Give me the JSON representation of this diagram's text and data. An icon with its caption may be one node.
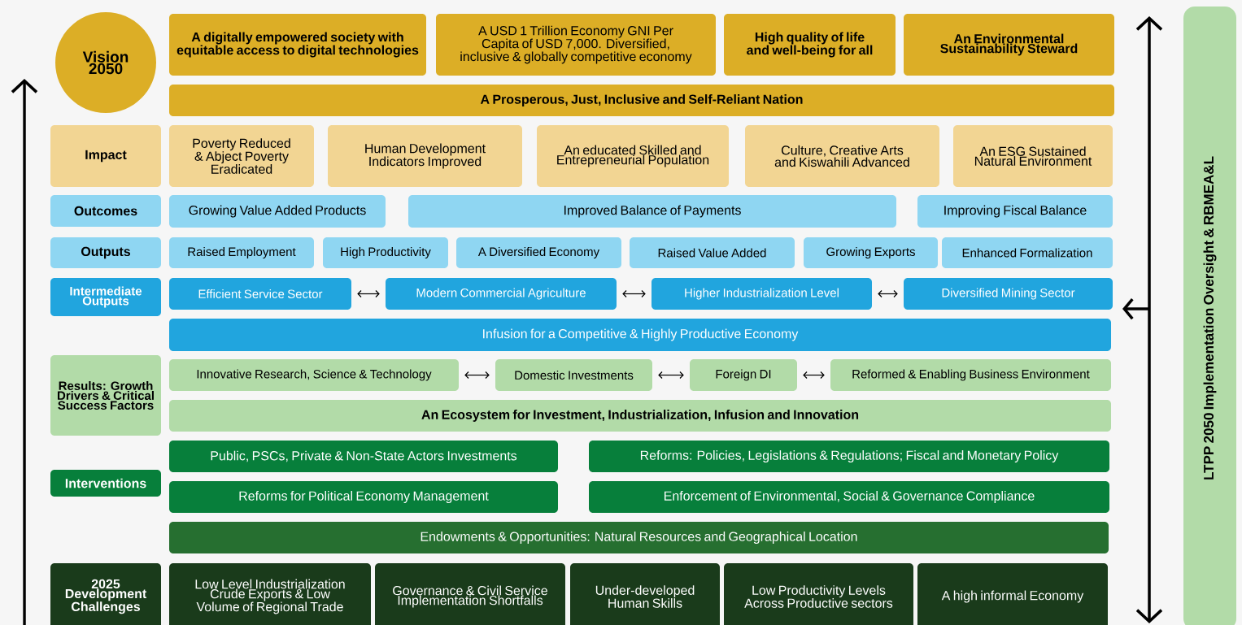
{
  "diagram": {
    "nodes": [
      {
        "text": [
          "Vision 2050"
        ]
      },
      {
        "text": [
          "A digitally empowered society with equitable access to digital technologies"
        ]
      },
      {
        "text": [
          "A USD 1 Trillion Economy GNI Per Capita of USD 7,000. Diversified, inclusive & globally competitive economy"
        ]
      },
      {
        "text": [
          "High quality of life and well-being for all"
        ]
      },
      {
        "text": [
          "An Environmental Sustainability Steward"
        ]
      },
      {
        "text": [
          "A Prosperous, Just, Inclusive and Self-Reliant Nation"
        ]
      },
      {
        "text": [
          "Impact"
        ]
      },
      {
        "text": [
          "Poverty Reduced & Abject Poverty Eradicated"
        ]
      },
      {
        "text": [
          "Human Development Indicators Improved"
        ]
      },
      {
        "text": [
          "An educated Skilled and Entrepreneurial Population"
        ]
      },
      {
        "text": [
          "Culture, Creative Arts and Kiswahili Advanced"
        ]
      },
      {
        "text": [
          "An ESG Sustained Natural Environment"
        ]
      },
      {
        "text": [
          "Outcomes"
        ]
      },
      {
        "text": [
          "Growing Value Added Products"
        ]
      },
      {
        "text": [
          "Improved Balance of Payments"
        ]
      },
      {
        "text": [
          "Improving Fiscal Balance"
        ]
      },
      {
        "text": [
          "Outputs"
        ]
      },
      {
        "text": [
          "Raised Employment"
        ]
      },
      {
        "text": [
          "High Productivity"
        ]
      },
      {
        "text": [
          "A Diversified Economy"
        ]
      },
      {
        "text": [
          "Raised Value Added"
        ]
      },
      {
        "text": [
          "Growing Exports"
        ]
      },
      {
        "text": [
          "Enhanced Formalization"
        ]
      },
      {
        "text": [
          "Intermediate Outputs"
        ]
      },
      {
        "text": [
          "Efficient Service Sector"
        ]
      },
      {
        "text": [
          "Modern Commercial Agriculture"
        ]
      },
      {
        "text": [
          "Higher Industrialization Level"
        ]
      },
      {
        "text": [
          "Diversified Mining Sector"
        ]
      },
      {
        "text": [
          "Infusion for a Competitive & Highly Productive Economy"
        ]
      },
      {
        "text": [
          "Results: Growth Drivers & Critical Success Factors"
        ]
      },
      {
        "text": [
          "Innovative Research, Science & Technology"
        ]
      },
      {
        "text": [
          "Domestic Investments"
        ]
      },
      {
        "text": [
          "Foreign DI"
        ]
      },
      {
        "text": [
          "Reformed & Enabling Business Environment"
        ]
      },
      {
        "text": [
          "An Ecosystem for Investment, Industrialization, Infusion and Innovation"
        ]
      },
      {
        "text": [
          "Interventions"
        ]
      },
      {
        "text": [
          "Public, PSCs, Private & Non-State Actors Investments"
        ]
      },
      {
        "text": [
          "Reforms: Policies, Legislations & Regulations; Fiscal and Monetary Policy"
        ]
      },
      {
        "text": [
          "Reforms for Political Economy Management"
        ]
      },
      {
        "text": [
          "Enforcement of Environmental, Social & Governance Compliance"
        ]
      },
      {
        "text": [
          "Endowments & Opportunities: Natural Resources and Geographical Location"
        ]
      },
      {
        "text": [
          "2025 Development Challenges"
        ]
      },
      {
        "text": [
          "Low Level Industrialization Crude Exports & Low Volume of Regional Trade"
        ]
      },
      {
        "text": [
          "Governance & Civil Service Implementation Shortfalls"
        ]
      },
      {
        "text": [
          "Under-developed Human Skills"
        ]
      },
      {
        "text": [
          "Low Productivity Levels Across Productive sectors"
        ]
      },
      {
        "text": [
          "A high informal Economy"
        ]
      },
      {
        "text": [
          "LTPP 2050 Implementation Oversight & RBMEA&L"
        ]
      }
    ],
    "edges": [
      {
        "from": 24,
        "to": 25,
        "arrow": "both"
      },
      {
        "from": 25,
        "to": 26,
        "arrow": "both"
      },
      {
        "from": 26,
        "to": 27,
        "arrow": "both"
      },
      {
        "from": 30,
        "to": 31,
        "arrow": "both"
      },
      {
        "from": 31,
        "to": 32,
        "arrow": "both"
      },
      {
        "from": 32,
        "to": 33,
        "arrow": "both"
      }
    ]
  }
}
